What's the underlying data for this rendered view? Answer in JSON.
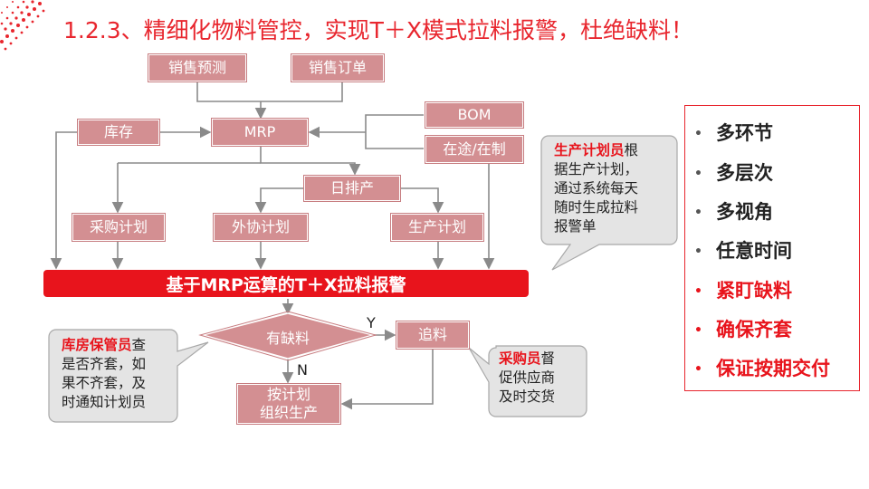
{
  "title": "1.2.3、精细化物料管控，实现T＋X模式拉料报警，杜绝缺料！",
  "boxes": {
    "sales_forecast": "销售预测",
    "sales_order": "销售订单",
    "inventory": "库存",
    "mrp": "MRP",
    "bom": "BOM",
    "in_transit": "在途/在制",
    "daily_schedule": "日排产",
    "purchase_plan": "采购计划",
    "outsource_plan": "外协计划",
    "production_plan": "生产计划",
    "chase": "追料",
    "organize_line1": "按计划",
    "organize_line2": "组织生产"
  },
  "banner": "基于MRP运算的T＋X拉料报警",
  "decision": {
    "label": "有缺料",
    "yes": "Y",
    "no": "N"
  },
  "callouts": {
    "planner": {
      "role": "生产计划员",
      "lines": [
        "根",
        "据生产计划，",
        "通过系统每天",
        "随时生成拉料",
        "报警单"
      ]
    },
    "warehouse": {
      "role": "库房保管员",
      "lines": [
        "查",
        "是否齐套，如",
        "果不齐套，及",
        "时通知计划员"
      ]
    },
    "purchaser": {
      "role": "采购员",
      "lines": [
        "督",
        "促供应商",
        "及时交货"
      ]
    }
  },
  "panel_items": [
    {
      "text": "多环节",
      "color": "#222222",
      "bullet_color": "#555555"
    },
    {
      "text": "多层次",
      "color": "#222222",
      "bullet_color": "#555555"
    },
    {
      "text": "多视角",
      "color": "#222222",
      "bullet_color": "#555555"
    },
    {
      "text": "任意时间",
      "color": "#222222",
      "bullet_color": "#555555"
    },
    {
      "text": "紧盯缺料",
      "color": "#e8141c",
      "bullet_color": "#e8141c"
    },
    {
      "text": "确保齐套",
      "color": "#e8141c",
      "bullet_color": "#e8141c"
    },
    {
      "text": "保证按期交付",
      "color": "#e8141c",
      "bullet_color": "#e8141c"
    }
  ],
  "colors": {
    "accent": "#e8141c",
    "box_fill": "#d38f92",
    "line": "#8a8a8a"
  }
}
